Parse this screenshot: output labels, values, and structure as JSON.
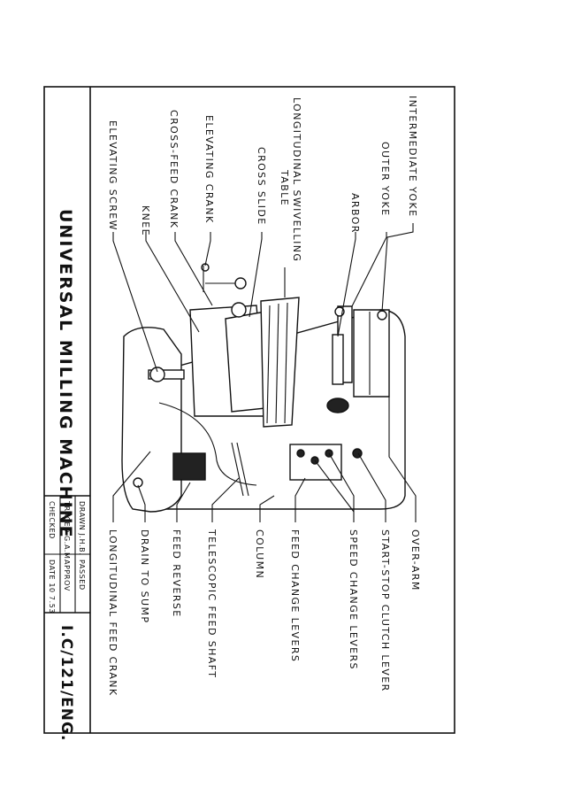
{
  "title": "UNIVERSAL MILLING MACHINE",
  "drawing_number": "I.C/121/ENG.",
  "title_block": {
    "drawn": "DRAWN J.H.B.",
    "passed": "PASSED",
    "traced": "TRACED G.A.M.",
    "approv": "APPROV",
    "checked": "CHECKED",
    "date": "DATE 10 7.53"
  },
  "labels_top": [
    "INTERMEDIATE YOKE",
    "OUTER YOKE",
    "ARBOR",
    "LONGITUDINAL SWIVELLING",
    "TABLE",
    "CROSS SLIDE",
    "ELEVATING CRANK",
    "CROSS-FEED CRANK",
    "KNEE",
    "ELEVATING SCREW"
  ],
  "labels_bottom": [
    "OVER-ARM",
    "START-STOP CLUTCH LEVER",
    "SPEED CHANGE LEVERS",
    "FEED CHANGE LEVERS",
    "COLUMN",
    "TELESCOPIC FEED SHAFT",
    "FEED REVERSE",
    "DRAIN TO SUMP",
    "LONGITUDINAL FEED CRANK"
  ]
}
